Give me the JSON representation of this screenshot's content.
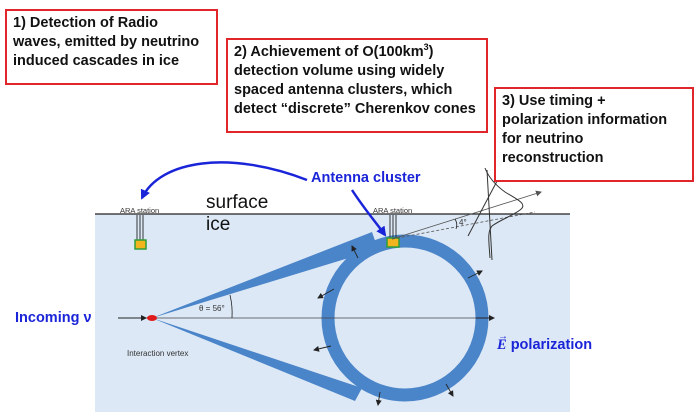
{
  "boxes": {
    "box1": {
      "line1": "1) Detection of Radio",
      "line2": "waves, emitted by neutrino",
      "line3": "induced cascades in ice"
    },
    "box2": {
      "line1_pre": "2) Achievement of O(100km",
      "line1_sup": "3",
      "line1_post": ")",
      "line2": "detection volume using widely",
      "line3": "spaced antenna clusters, which",
      "line4": "detect “discrete” Cherenkov cones"
    },
    "box3": {
      "line1": "3) Use timing +",
      "line2": "polarization information",
      "line3": "for neutrino",
      "line4": "reconstruction"
    }
  },
  "labels": {
    "antenna_cluster": "Antenna cluster",
    "surface": "surface",
    "ice": "ice",
    "ara_station_left": "ARA station",
    "ara_station_right": "ARA station",
    "angle_4": "4°",
    "theta": "θ = 56°",
    "incoming": "Incoming ν",
    "interaction_vertex": "Interaction vertex",
    "polarization_symbol": "E",
    "polarization_arrow": "→",
    "polarization_text": " polarization"
  },
  "colors": {
    "box_border": "#e0262b",
    "highlight_text": "#1a24d8",
    "ice": "#dce8f5",
    "cone": "#4a84c9",
    "antenna": "#f2b51d",
    "antenna_outline": "#2e9e3a",
    "vertex": "#e01b1b"
  }
}
